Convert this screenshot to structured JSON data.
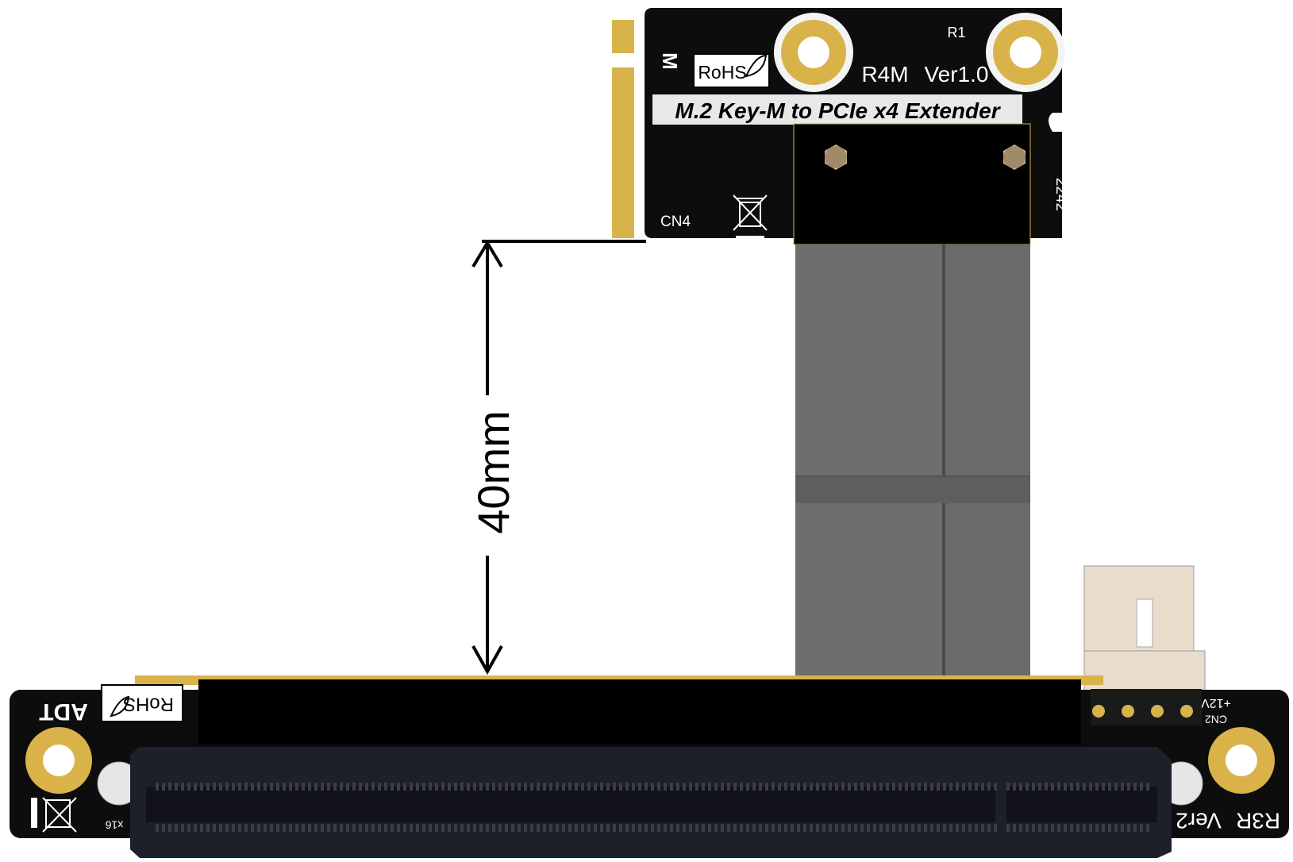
{
  "colors": {
    "background": "#ffffff",
    "pcb": "#0d0d0d",
    "gold": "#d9b24a",
    "cable": "#6e6e6e",
    "cable_dark": "#5e5e5e",
    "slot": "#1d1f2b",
    "connector": "#e9dccd",
    "dimension": "#000000"
  },
  "m2_card": {
    "key_mark": "M",
    "rohs": "RoHS",
    "r1": "R1",
    "model": "R4M",
    "version": "Ver1.0",
    "title": "M.2 Key-M to PCIe x4 Extender",
    "connector_label": "CN4",
    "size_label": "2242",
    "weee_icon": "crossed-bin-icon"
  },
  "dimension": {
    "height_label": "40mm"
  },
  "base_board": {
    "brand": "ADT",
    "rohs": "RoHS",
    "slot_label": "x16",
    "model": "R3R",
    "version": "Ver2",
    "power_pin_label": "+12V",
    "connector_label": "CN2",
    "weee_icon": "crossed-bin-icon"
  }
}
